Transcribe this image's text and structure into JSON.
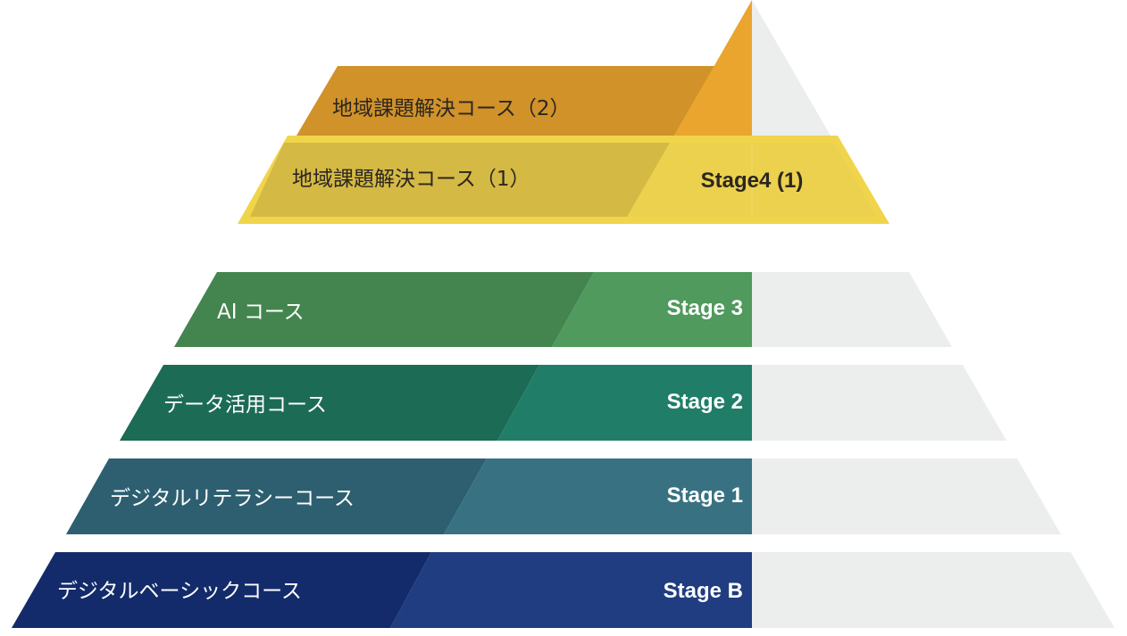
{
  "pyramid": {
    "levels": [
      {
        "course": "地域課題解決コース（2）",
        "stage": "",
        "colors": {
          "dark": "#d09229",
          "light": "#eaa52e"
        }
      },
      {
        "course": "地域課題解決コース（1）",
        "stage": "Stage4 (1)",
        "colors": {
          "border": "#f0d54c",
          "dark": "#d4b944",
          "light": "#ebd14d"
        }
      },
      {
        "course": "AI コース",
        "stage": "Stage 3",
        "colors": {
          "dark": "#44854f",
          "light": "#4f9a5c"
        }
      },
      {
        "course": "データ活用コース",
        "stage": "Stage 2",
        "colors": {
          "dark": "#1b6b55",
          "light": "#207e68"
        }
      },
      {
        "course": "デジタルリテラシーコース",
        "stage": "Stage 1",
        "colors": {
          "dark": "#2d5f70",
          "light": "#387282"
        }
      },
      {
        "course": "デジタルベーシックコース",
        "stage": "Stage B",
        "colors": {
          "dark": "#132b6a",
          "light": "#1f3d80"
        }
      }
    ],
    "background_color": "#eceded"
  }
}
